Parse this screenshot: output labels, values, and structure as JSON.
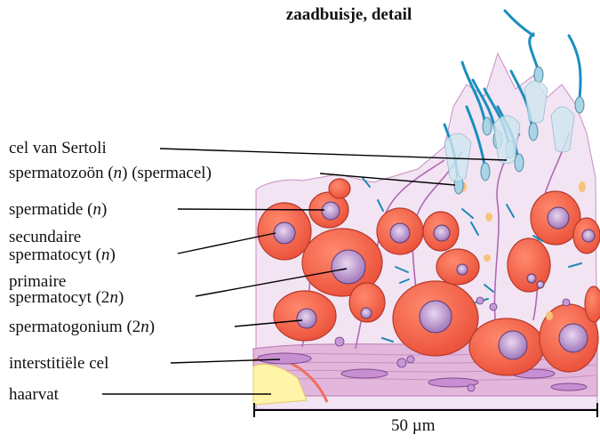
{
  "title": "zaadbuisje, detail",
  "labels": {
    "sertoli": "cel van Sertoli",
    "spermatozoon_a": "spermatozoön (",
    "spermatozoon_n": "n",
    "spermatozoon_b": ") (spermacel)",
    "spermatide_a": "spermatide (",
    "spermatide_n": "n",
    "spermatide_b": ")",
    "secundaire_1": "secundaire",
    "secundaire_2a": "spermatocyt (",
    "secundaire_n": "n",
    "secundaire_2b": ")",
    "primaire_1": "primaire",
    "primaire_2a": "spermatocyt (2",
    "primaire_n": "n",
    "primaire_2b": ")",
    "spermatogonium_a": "spermatogonium (2",
    "spermatogonium_n": "n",
    "spermatogonium_b": ")",
    "interstitieel": "interstitiële cel",
    "haarvat": "haarvat"
  },
  "scale_bar": {
    "label": "50 µm"
  },
  "colors": {
    "cell_fill": "#f0604a",
    "cell_edge": "#c0392b",
    "nucleus": "#b48cc8",
    "sperm_head": "#a9d4e6",
    "sperm_tail": "#1a8fbf",
    "tissue": "#e9c7e6",
    "capillary": "#fff3a0"
  }
}
